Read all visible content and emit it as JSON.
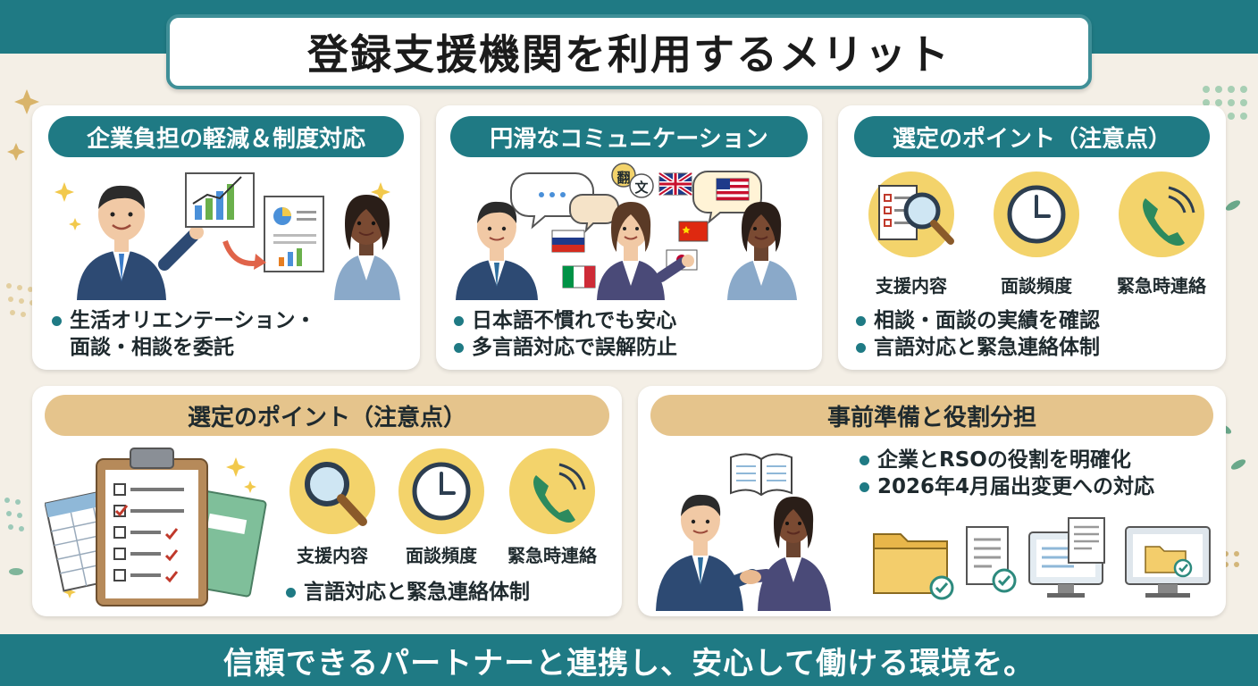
{
  "title": "登録支援機関を利用するメリット",
  "footer": "信頼できるパートナーと連携し、安心して働ける環境を。",
  "colors": {
    "teal": "#1f7a84",
    "tan": "#e5c48c",
    "background": "#f4efe6",
    "icon_circle": "#f3d36b"
  },
  "panels": {
    "burden": {
      "heading": "企業負担の軽減＆制度対応",
      "bullet_lines": [
        "生活オリエンテーション・",
        "面談・相談を委託"
      ]
    },
    "communication": {
      "heading": "円滑なコミュニケーション",
      "translate_glyphs": [
        "翻",
        "文"
      ],
      "bullets": [
        "日本語不慣れでも安心",
        "多言語対応で誤解防止"
      ]
    },
    "selection_top": {
      "heading": "選定のポイント（注意点）",
      "icon_labels": [
        "支援内容",
        "面談頻度",
        "緊急時連絡"
      ],
      "bullets": [
        "相談・面談の実績を確認",
        "言語対応と緊急連絡体制"
      ]
    },
    "selection_bottom": {
      "heading": "選定のポイント（注意点）",
      "icon_labels": [
        "支援内容",
        "面談頻度",
        "緊急時連絡"
      ],
      "bullets": [
        "言語対応と緊急連絡体制"
      ]
    },
    "preparation": {
      "heading": "事前準備と役割分担",
      "bullets": [
        "企業とRSOの役割を明確化",
        "2026年4月届出変更への対応"
      ]
    }
  },
  "icons": [
    "magnifier-checklist-icon",
    "clock-icon",
    "phone-icon",
    "folder-check-icon",
    "document-check-icon",
    "monitor-icon",
    "laptop-folder-icon",
    "handshake-icon",
    "open-book-icon"
  ]
}
